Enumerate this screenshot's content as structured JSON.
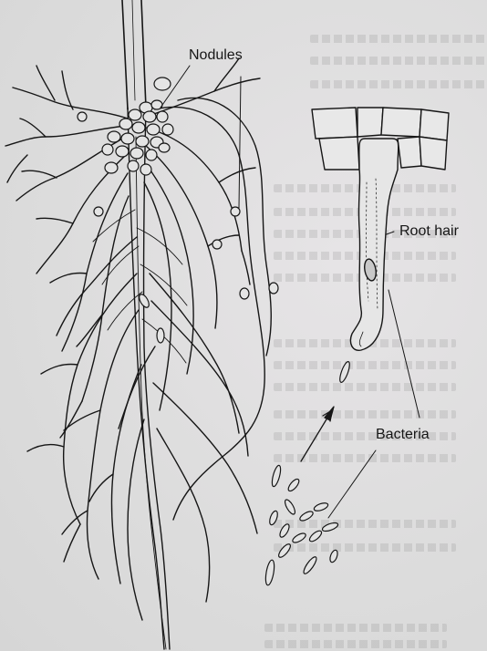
{
  "labels": {
    "nodules": "Nodules",
    "root_hair": "Root hair",
    "bacteria": "Bacteria"
  },
  "colors": {
    "ink": "#161616",
    "paper": "#dedede",
    "nodule_fill": "#e4e4e4",
    "cell_fill": "#e8e8e8"
  }
}
